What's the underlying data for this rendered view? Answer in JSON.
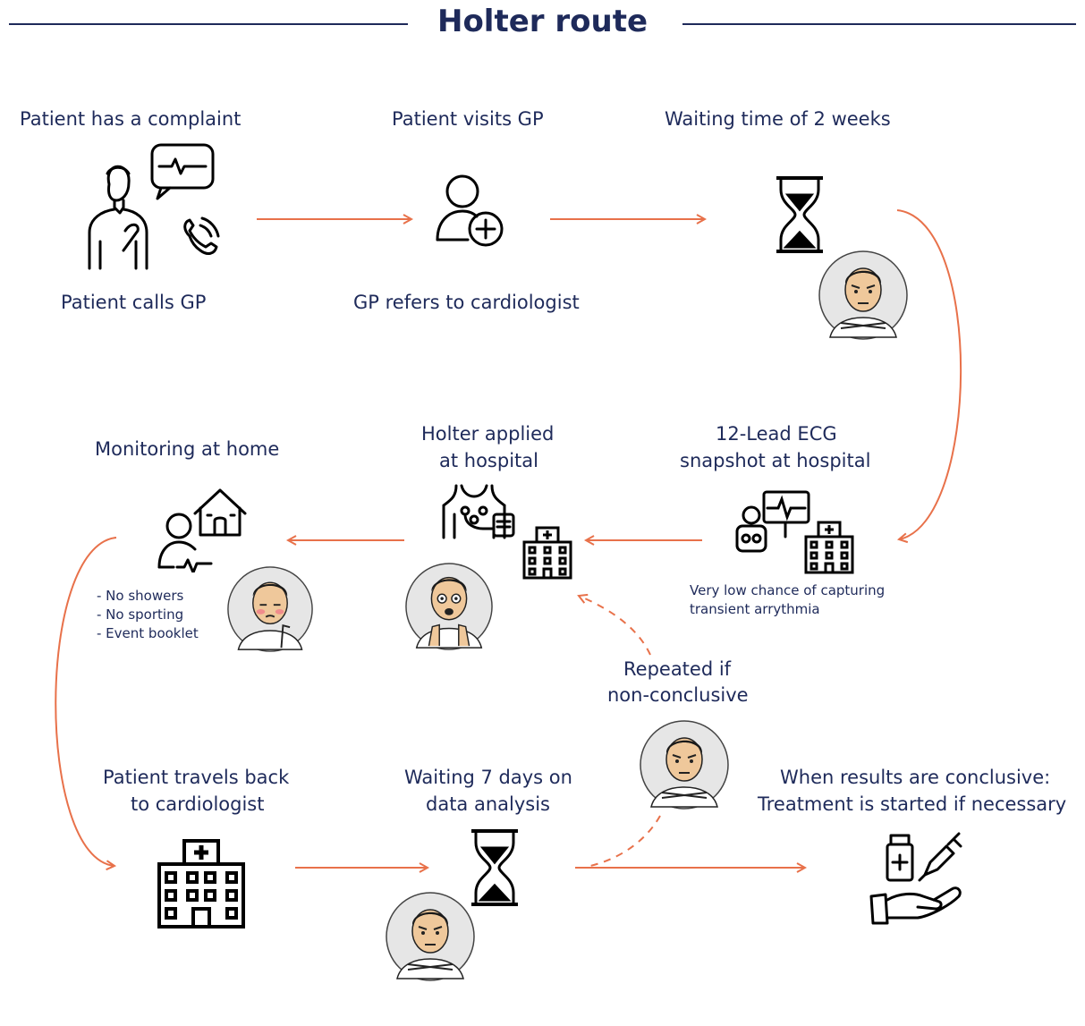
{
  "title": "Holter route",
  "steps": {
    "complaint": "Patient has a complaint",
    "calls_gp": "Patient calls GP",
    "visits_gp": "Patient visits GP",
    "refers": "GP refers to cardiologist",
    "waiting_2w": "Waiting time of 2 weeks",
    "ecg_1": "12-Lead ECG",
    "ecg_2": "snapshot at hospital",
    "ecg_note_1": "Very low chance of capturing",
    "ecg_note_2": "transient arrythmia",
    "holter_1": "Holter applied",
    "holter_2": "at hospital",
    "monitoring": "Monitoring at home",
    "rule_1": "- No showers",
    "rule_2": "- No sporting",
    "rule_3": "- Event booklet",
    "repeated_1": "Repeated if",
    "repeated_2": "non-conclusive",
    "travel_1": "Patient travels back",
    "travel_2": "to cardiologist",
    "wait7_1": "Waiting 7 days on",
    "wait7_2": "data analysis",
    "result_1": "When results are conclusive:",
    "result_2": "Treatment is started if necessary"
  },
  "colors": {
    "navy": "#1e2a5a",
    "arrow": "#e8714a",
    "avatar_bg": "#e6e6e6"
  }
}
